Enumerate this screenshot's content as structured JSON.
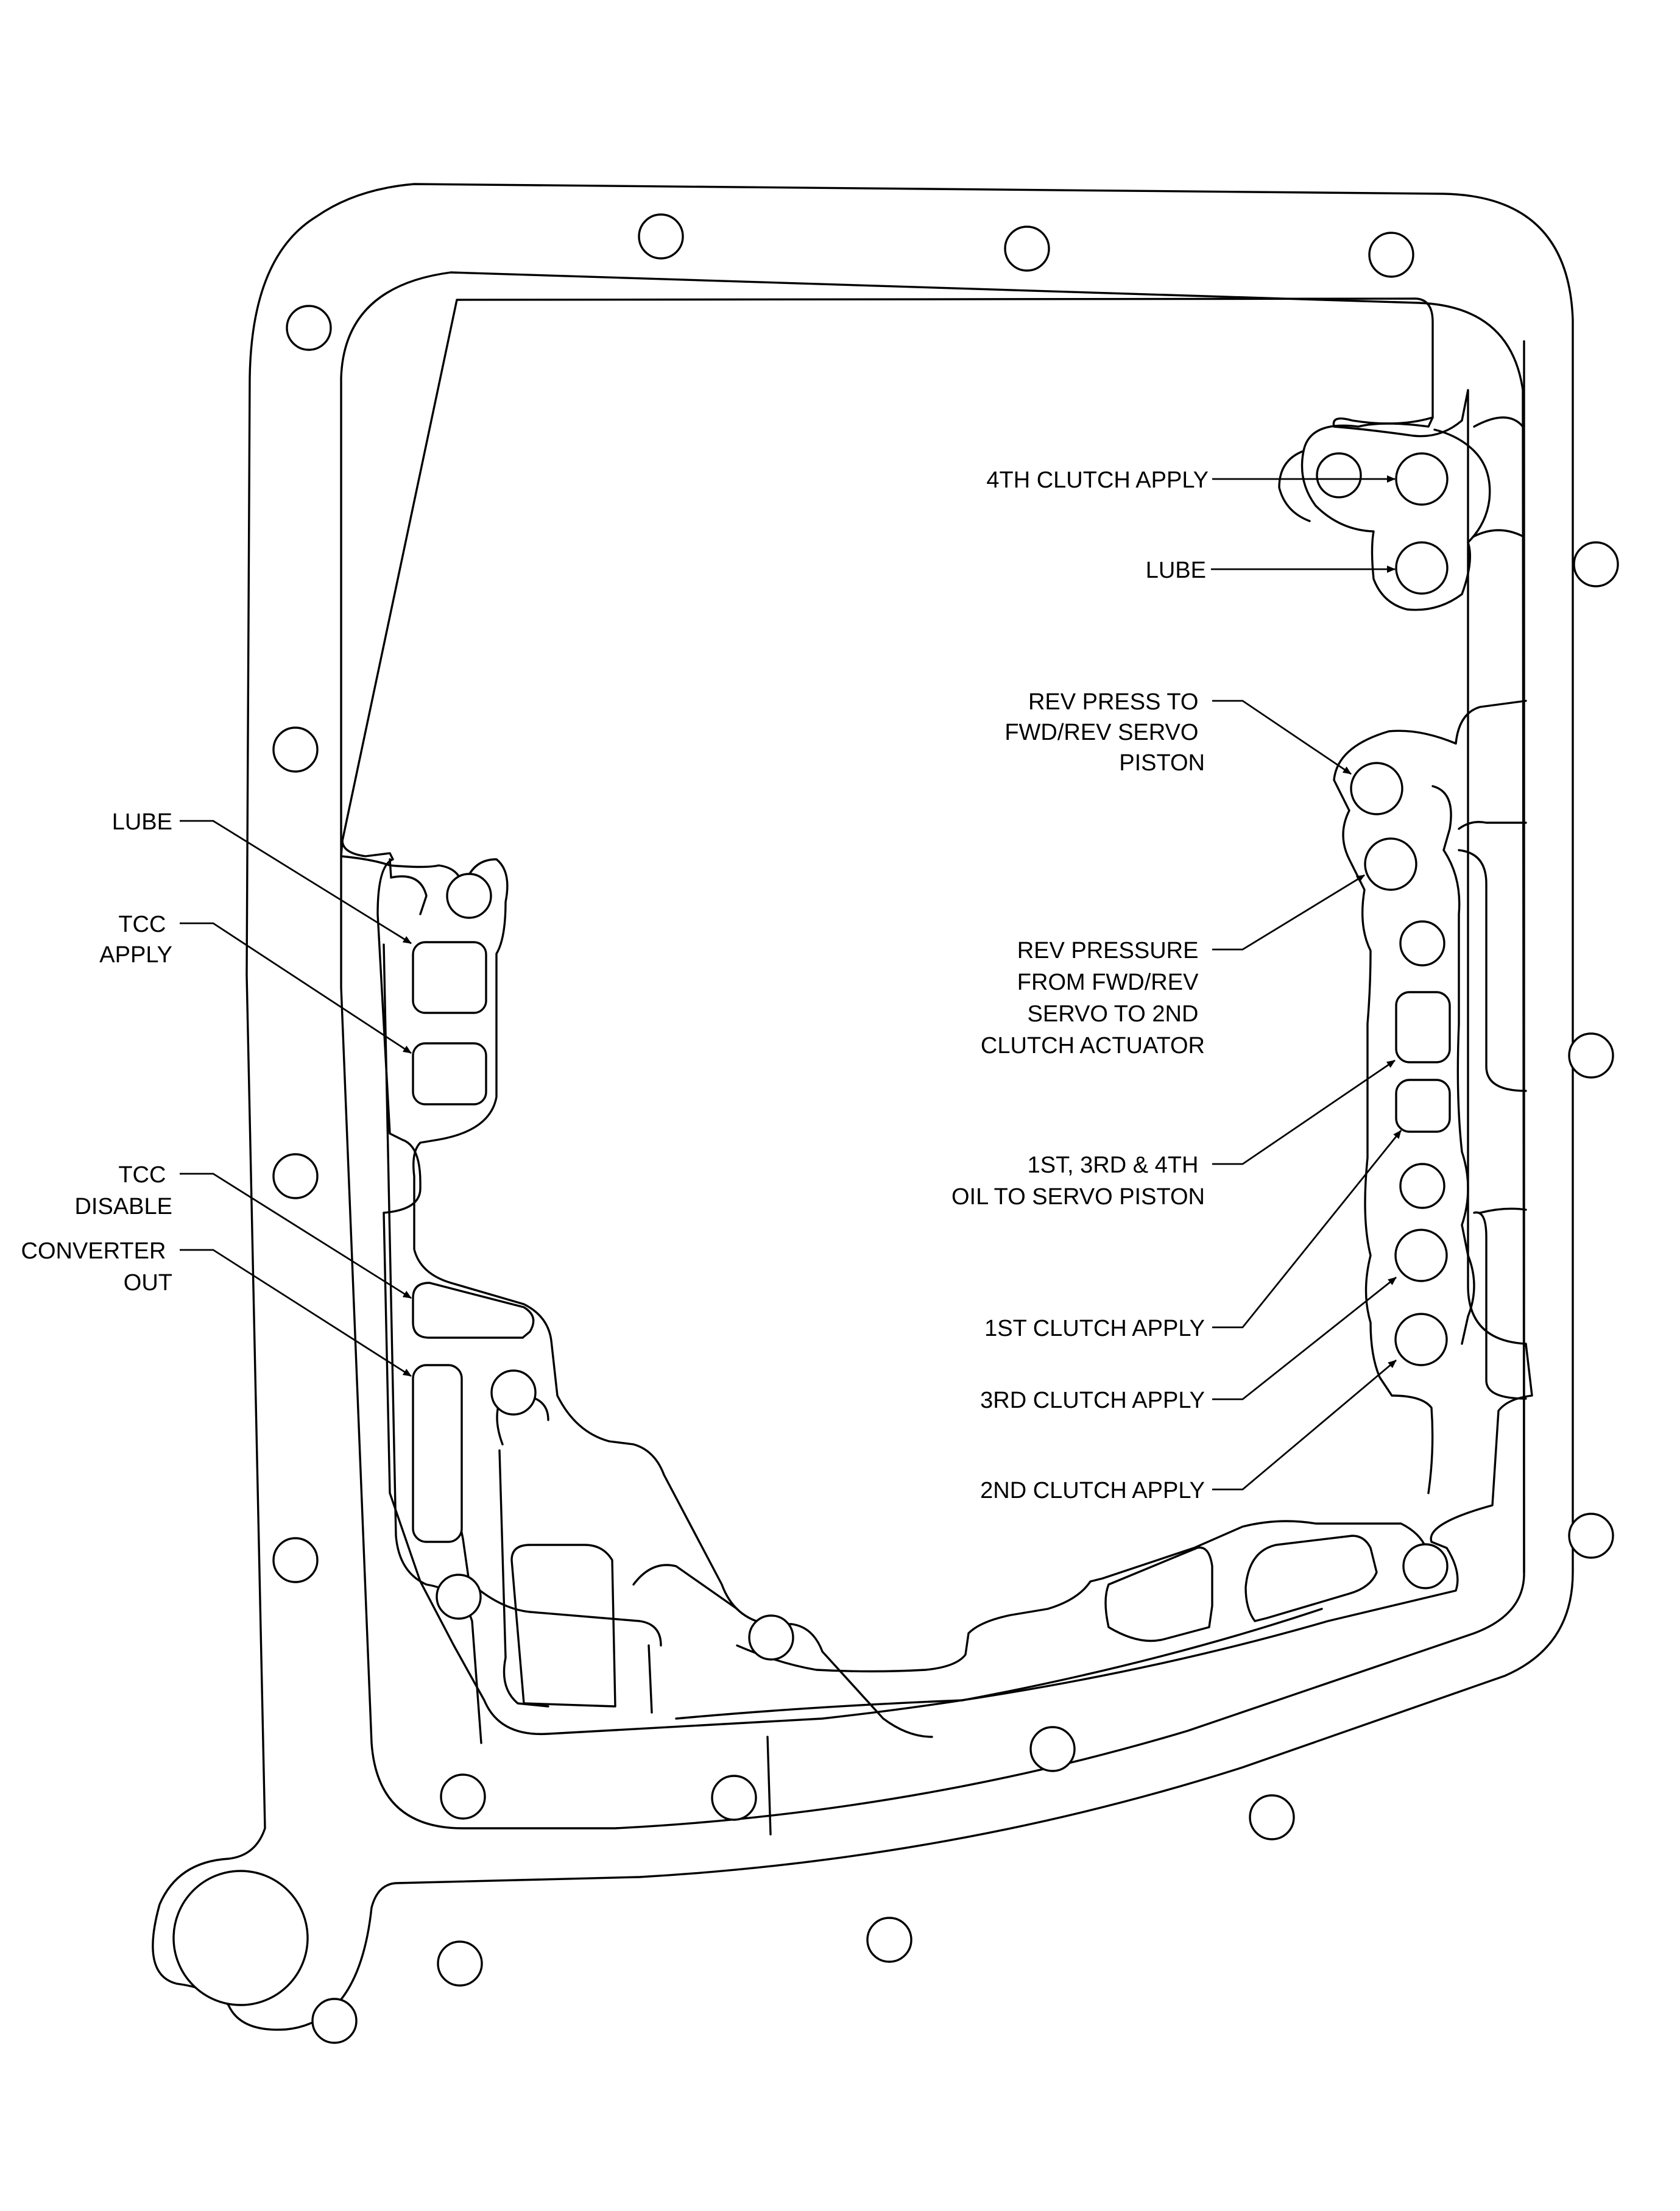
{
  "labels": {
    "clutch4": [
      "4TH CLUTCH APPLY"
    ],
    "lube_r": [
      "LUBE"
    ],
    "rev_press": [
      "REV PRESS TO",
      "FWD/REV SERVO",
      "PISTON"
    ],
    "rev_pressure": [
      "REV PRESSURE",
      "FROM FWD/REV",
      "SERVO TO 2ND",
      "CLUTCH ACTUATOR"
    ],
    "oil_servo": [
      "1ST, 3RD & 4TH",
      "OIL TO SERVO PISTON"
    ],
    "clutch1": [
      "1ST CLUTCH APPLY"
    ],
    "clutch3": [
      "3RD CLUTCH APPLY"
    ],
    "clutch2": [
      "2ND CLUTCH APPLY"
    ],
    "lube_l": [
      "LUBE"
    ],
    "tcc_apply": [
      "TCC",
      "APPLY"
    ],
    "tcc_disable": [
      "TCC",
      "DISABLE"
    ],
    "converter_out": [
      "CONVERTER",
      "OUT"
    ]
  }
}
